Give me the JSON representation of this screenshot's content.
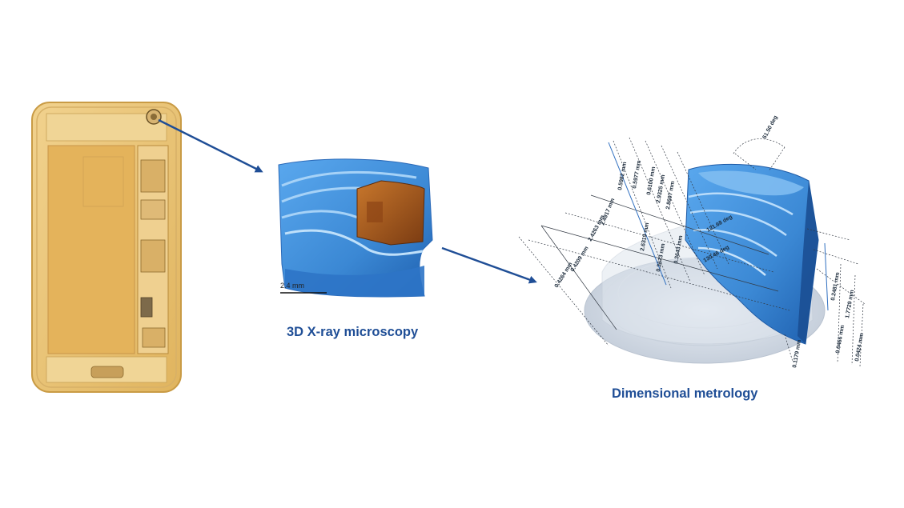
{
  "captions": {
    "xray": "3D X-ray microscopy",
    "metrology": "Dimensional metrology"
  },
  "scale_bar": {
    "label": "2.4 mm"
  },
  "dimensions": {
    "angle_top": "51.50 deg",
    "d1": "0.5982 mm",
    "d2": "0.5977 mm",
    "d3": "0.6100 mm",
    "d4": "2.9325 mm",
    "d5": "2.8607 mm",
    "d6": "2.6319 mm",
    "d7": "0.3673 mm",
    "d8": "0.3643 mm",
    "d9": "2.4917 mm",
    "d10": "2.4263 mm",
    "d11": "0.4209 mm",
    "d12": "0.4264 mm",
    "d13": "0.2481 mm",
    "d14": "1.7729 mm",
    "d15": "0.1179 mm",
    "d16": "0.0466 mm",
    "d17": "0.0424 mm",
    "angle_a": "121.68 deg",
    "angle_b": "130.46 deg"
  },
  "colors": {
    "arrow": "#1f4e96",
    "caption": "#1f4e96",
    "phone_gold": "#e8c271",
    "lens_blue": "#3f8ed8",
    "copper": "#a9591e"
  }
}
